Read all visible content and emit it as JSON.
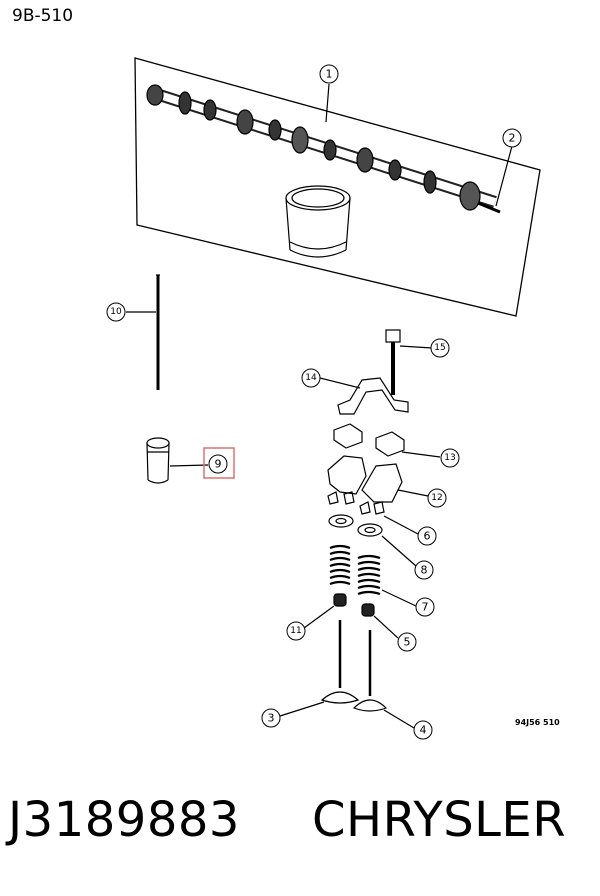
{
  "header": {
    "page_ref": "9B-510"
  },
  "figure": {
    "code": "94J56 510"
  },
  "footer": {
    "part_number": "J3189883",
    "brand": "CHRYSLER"
  },
  "callouts": [
    {
      "id": "c1",
      "label": "1"
    },
    {
      "id": "c2",
      "label": "2"
    },
    {
      "id": "c3",
      "label": "3"
    },
    {
      "id": "c4",
      "label": "4"
    },
    {
      "id": "c5",
      "label": "5"
    },
    {
      "id": "c6",
      "label": "6"
    },
    {
      "id": "c7",
      "label": "7"
    },
    {
      "id": "c8",
      "label": "8"
    },
    {
      "id": "c9",
      "label": "9"
    },
    {
      "id": "c10",
      "label": "10"
    },
    {
      "id": "c11",
      "label": "11"
    },
    {
      "id": "c12",
      "label": "12"
    },
    {
      "id": "c13",
      "label": "13"
    },
    {
      "id": "c14",
      "label": "14"
    },
    {
      "id": "c15",
      "label": "15"
    }
  ],
  "highlight": {
    "callout": "9",
    "color": "#e07070"
  }
}
